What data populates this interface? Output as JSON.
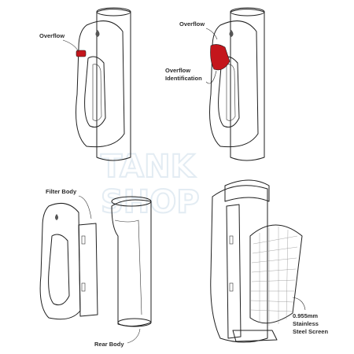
{
  "labels": {
    "overflow_1": "Overflow",
    "overflow_2": "Overflow",
    "overflow_identification_1": "Overflow",
    "overflow_identification_2": "Identification",
    "filter_body": "Filter Body",
    "rear_body": "Rear Body",
    "steel_screen_1": "0.955mm",
    "steel_screen_2": "Stainless",
    "steel_screen_3": "Steel Screen"
  },
  "watermark": {
    "line1": "TANK",
    "line2": "SHOP"
  },
  "colors": {
    "outline": "#1f1f1f",
    "overflow_red": "#c4161c",
    "panel_grey": "#f2f2f2",
    "watermark": "#e3ecf3"
  }
}
